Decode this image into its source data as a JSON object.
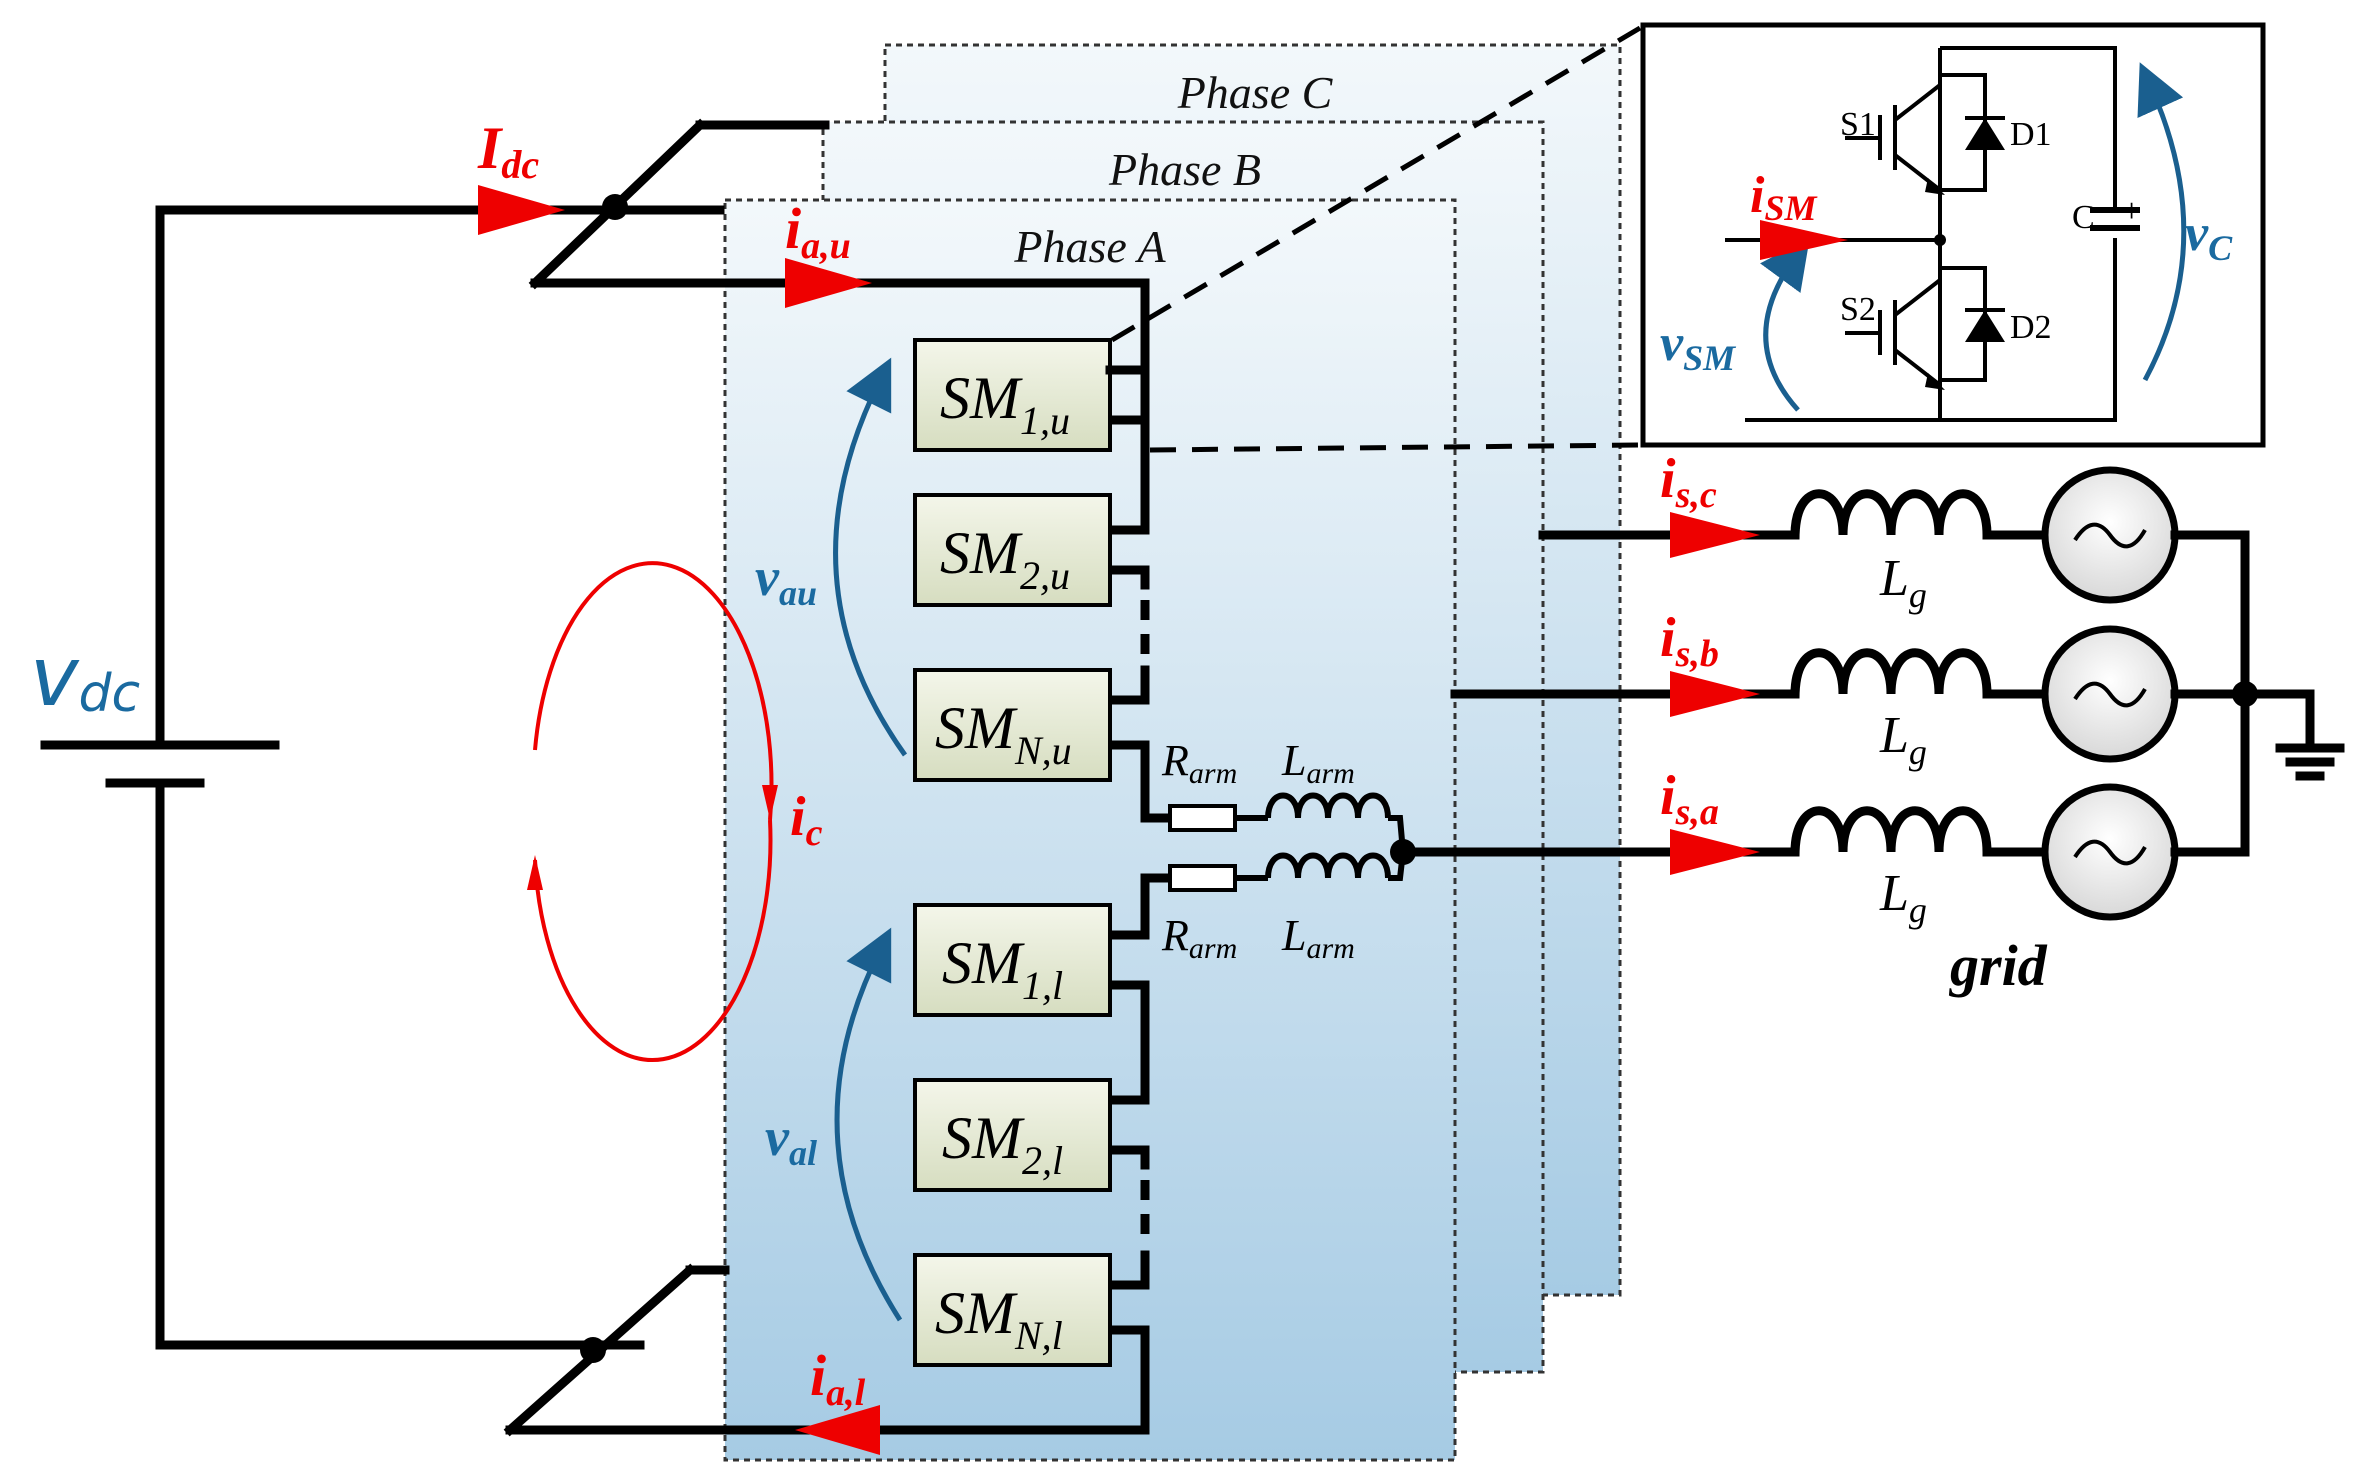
{
  "phases": {
    "c": "Phase C",
    "b": "Phase B",
    "a": "Phase A"
  },
  "dc_source": {
    "label": "v",
    "sub": "dc"
  },
  "currents": {
    "idc": {
      "label": "I",
      "sub": "dc"
    },
    "iau": {
      "label": "i",
      "sub": "a,u"
    },
    "ial": {
      "label": "i",
      "sub": "a,l"
    },
    "ic": {
      "label": "i",
      "sub": "c"
    },
    "isc": {
      "label": "i",
      "sub": "s,c"
    },
    "isb": {
      "label": "i",
      "sub": "s,b"
    },
    "isa": {
      "label": "i",
      "sub": "s,a"
    },
    "ism": {
      "label": "i",
      "sub": "SM"
    }
  },
  "voltages": {
    "vau": {
      "label": "v",
      "sub": "au"
    },
    "val": {
      "label": "v",
      "sub": "al"
    },
    "vsm": {
      "label": "v",
      "sub": "SM"
    },
    "vc": {
      "label": "v",
      "sub": "C"
    }
  },
  "submodules": {
    "upper": [
      {
        "main": "SM",
        "sub": "1,u"
      },
      {
        "main": "SM",
        "sub": "2,u"
      },
      {
        "main": "SM",
        "sub": "N,u"
      }
    ],
    "lower": [
      {
        "main": "SM",
        "sub": "1,l"
      },
      {
        "main": "SM",
        "sub": "2,l"
      },
      {
        "main": "SM",
        "sub": "N,l"
      }
    ]
  },
  "arm": {
    "r": {
      "label": "R",
      "sub": "arm"
    },
    "l": {
      "label": "L",
      "sub": "arm"
    }
  },
  "grid": {
    "lg": {
      "label": "L",
      "sub": "g"
    },
    "title": "grid"
  },
  "detail": {
    "s1": "S1",
    "s2": "S2",
    "d1": "D1",
    "d2": "D2",
    "cap": "C"
  },
  "colors": {
    "current": "#ee0000",
    "voltage": "#1a5f8f",
    "panel_top": "#eef5fa",
    "panel_bottom": "#a9cde6",
    "sm_fill": "#e6ebd6"
  }
}
